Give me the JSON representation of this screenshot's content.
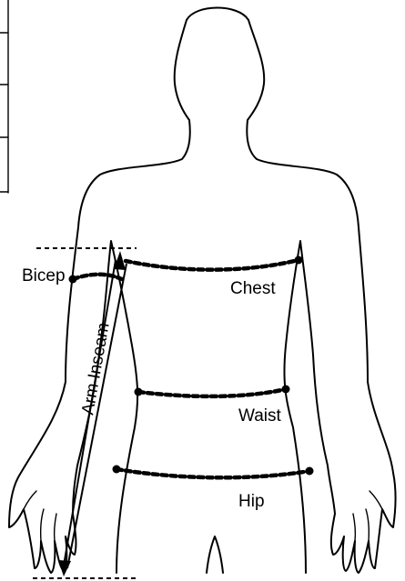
{
  "labels": {
    "bicep": "Bicep",
    "chest": "Chest",
    "waist": "Waist",
    "hip": "Hip",
    "arm_inseam": "Arm Inseam"
  },
  "colors": {
    "line": "#000000",
    "background": "#ffffff"
  }
}
